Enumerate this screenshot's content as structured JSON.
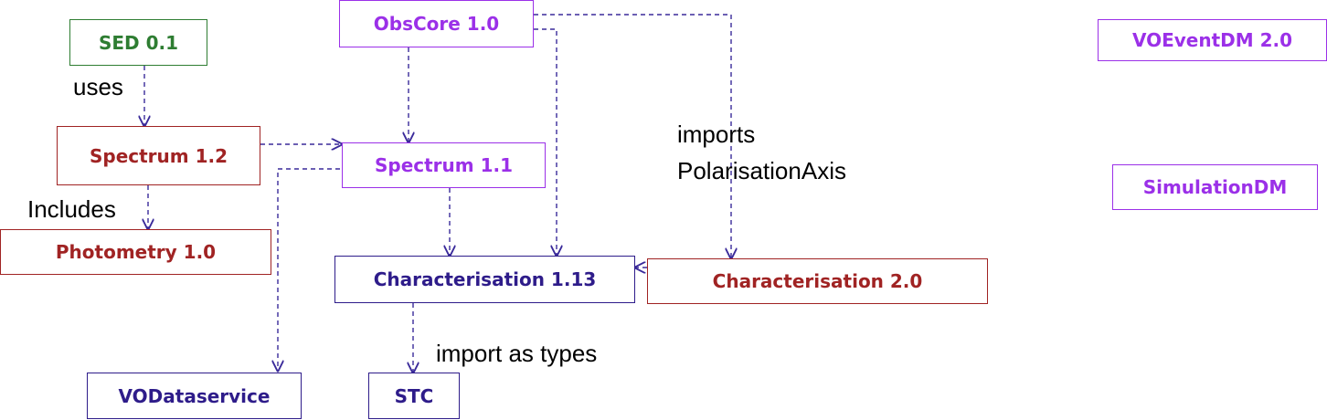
{
  "colors": {
    "green": "#2e7d32",
    "red": "#a02323",
    "purple": "#9b30e8",
    "indigo": "#2e1c8a",
    "arrow": "#3a2a9a"
  },
  "nodes": {
    "sed": "SED 0.1",
    "obscore": "ObsCore 1.0",
    "voevent": "VOEventDM 2.0",
    "spectrum12": "Spectrum 1.2",
    "spectrum11": "Spectrum 1.1",
    "simulation": "SimulationDM",
    "photometry": "Photometry 1.0",
    "char113": "Characterisation 1.13",
    "char20": "Characterisation 2.0",
    "vodataservice": "VODataservice",
    "stc": "STC"
  },
  "labels": {
    "uses": "uses",
    "includes": "Includes",
    "imports_line1": "imports",
    "imports_line2": "PolarisationAxis",
    "import_types": "import as types"
  }
}
